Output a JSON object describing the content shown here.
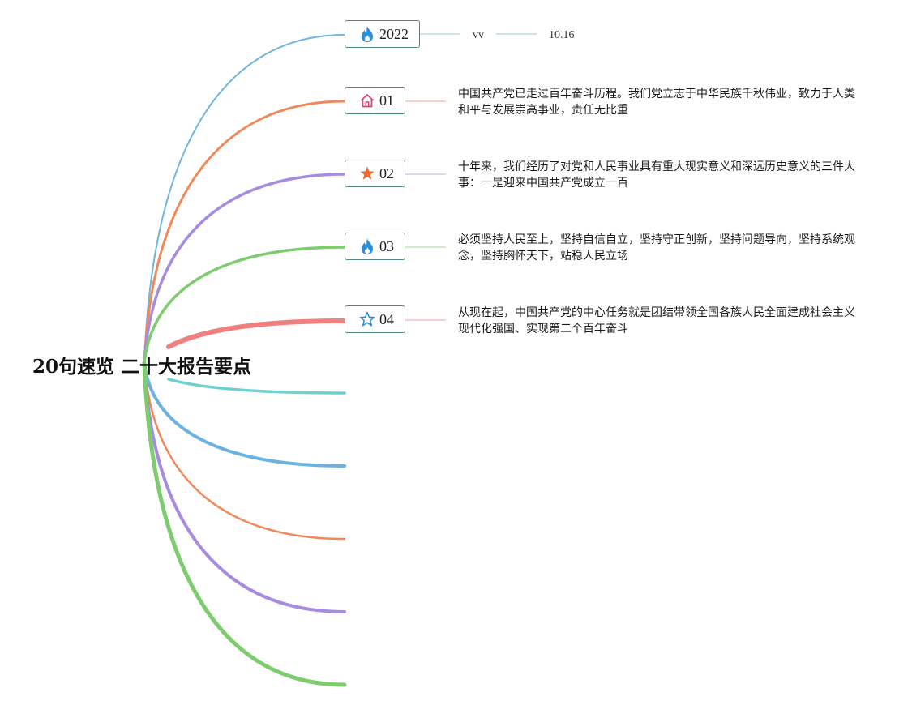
{
  "root": {
    "title": "20句速览 二十大报告要点"
  },
  "header_node": {
    "label": "2022",
    "icon": "fire-icon",
    "note1": "vv",
    "note2": "10.16"
  },
  "items": [
    {
      "label": "01",
      "icon": "house-icon",
      "text": "中国共产党已走过百年奋斗历程。我们党立志于中华民族千秋伟业，致力于人类和平与发展崇高事业，责任无比重"
    },
    {
      "label": "02",
      "icon": "star-filled-icon",
      "text": "十年来，我们经历了对党和人民事业具有重大现实意义和深远历史意义的三件大事：一是迎来中国共产党成立一百"
    },
    {
      "label": "03",
      "icon": "fire-icon",
      "text": "必须坚持人民至上，坚持自信自立，坚持守正创新，坚持问题导向，坚持系统观念，坚持胸怀天下，站稳人民立场"
    },
    {
      "label": "04",
      "icon": "star-outline-icon",
      "text": "从现在起，中国共产党的中心任务就是团结带领全国各族人民全面建成社会主义现代化强国、实现第二个百年奋斗"
    }
  ],
  "colors": {
    "branch": [
      "#6fb5dc",
      "#f0885a",
      "#a78be0",
      "#7dcc6e",
      "#f07f7f",
      "#6ed0d0",
      "#6ab2e0",
      "#f0885a",
      "#a78be0",
      "#7dcc6e"
    ],
    "fire": "#2a8fd8",
    "house": "#d94b76",
    "star_filled": "#e8693a",
    "star_outline": "#2a8fd8",
    "node_border": "#4e8a80"
  }
}
